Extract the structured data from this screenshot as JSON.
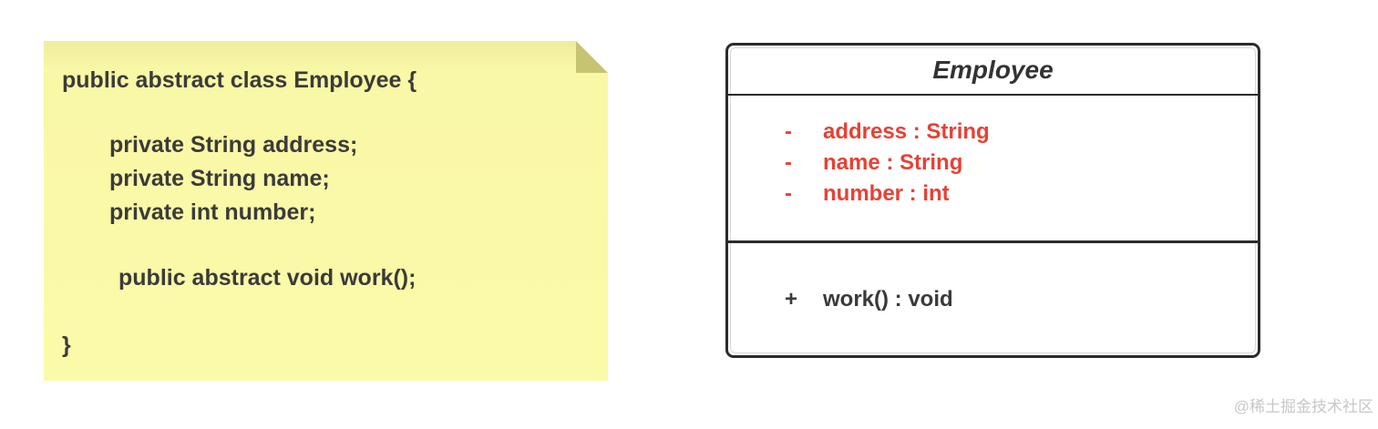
{
  "page": {
    "background_color": "#ffffff",
    "watermark": "@稀土掘金技术社区",
    "watermark_color": "#c8c8c8"
  },
  "sticky_note": {
    "bg_color": "#f9f8a6",
    "fold_color": "#c6c471",
    "text_color": "#3b3b3b",
    "code_lines": [
      "public abstract class Employee {",
      "private String address;",
      "private String name;",
      "private int number;",
      "public abstract void work();",
      "}"
    ]
  },
  "uml_class": {
    "title": "Employee",
    "border_color": "#2b2b2b",
    "attribute_color": "#e74134",
    "method_color": "#3a3a3a",
    "attributes": [
      {
        "visibility": "-",
        "signature": "address : String"
      },
      {
        "visibility": "-",
        "signature": "name : String"
      },
      {
        "visibility": "-",
        "signature": "number : int"
      }
    ],
    "methods": [
      {
        "visibility": "+",
        "signature": "work() : void"
      }
    ]
  }
}
